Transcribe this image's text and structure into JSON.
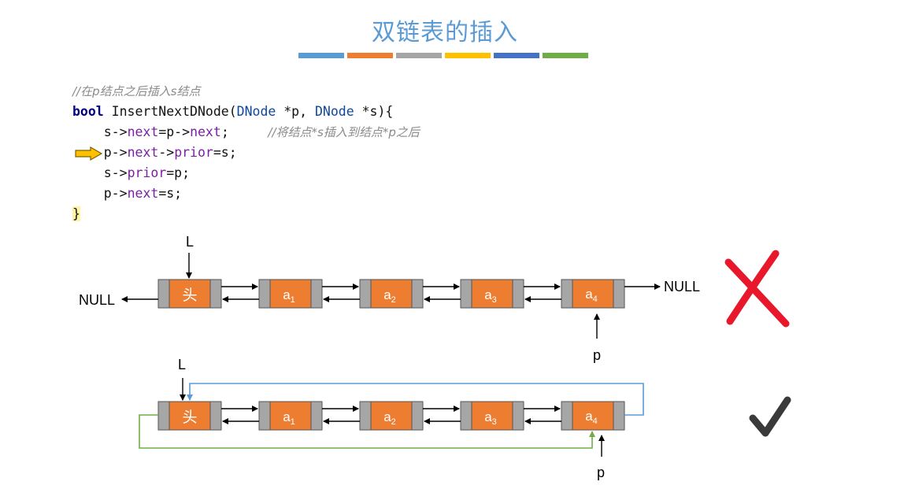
{
  "title": "双链表的插入",
  "title_bar_colors": [
    "#5b9bd5",
    "#ed7d31",
    "#a5a5a5",
    "#ffc000",
    "#4472c4",
    "#70ad47"
  ],
  "code": {
    "comment_top": "//在p结点之后插入s结点",
    "line1": {
      "kw": "bool",
      "fn": " InsertNextDNode(",
      "t1": "DNode",
      "p1": " *p, ",
      "t2": "DNode",
      "p2": " *s){"
    },
    "line2": {
      "a": "s->",
      "f1": "next",
      "b": "=p->",
      "f2": "next",
      "c": ";",
      "comment": "//将结点*s插入到结点*p之后"
    },
    "line3": {
      "a": "p->",
      "f1": "next",
      "b": "->",
      "f2": "prior",
      "c": "=s;"
    },
    "line4": {
      "a": "s->",
      "f1": "prior",
      "c": "=p;"
    },
    "line5": {
      "a": "p->",
      "f1": "next",
      "c": "=s;"
    },
    "close": "}"
  },
  "diagram1": {
    "head_label": "L",
    "head_node": "头",
    "nodes": [
      "a",
      "a",
      "a",
      "a"
    ],
    "subscripts": [
      "1",
      "2",
      "3",
      "4"
    ],
    "null_left": "NULL",
    "null_right": "NULL",
    "pointer_label": "p",
    "verdict_icon": "cross-icon"
  },
  "diagram2": {
    "head_label": "L",
    "head_node": "头",
    "nodes": [
      "a",
      "a",
      "a",
      "a"
    ],
    "subscripts": [
      "1",
      "2",
      "3",
      "4"
    ],
    "pointer_label": "p",
    "verdict_icon": "check-icon"
  },
  "colors": {
    "node_fill": "#ed7d31",
    "node_side": "#a6a6a6",
    "cross": "#e8172b",
    "check": "#3a3a3a",
    "loop_blue": "#5b9bd5",
    "loop_green": "#70ad47",
    "pointer_arrow": "#ffc000"
  }
}
